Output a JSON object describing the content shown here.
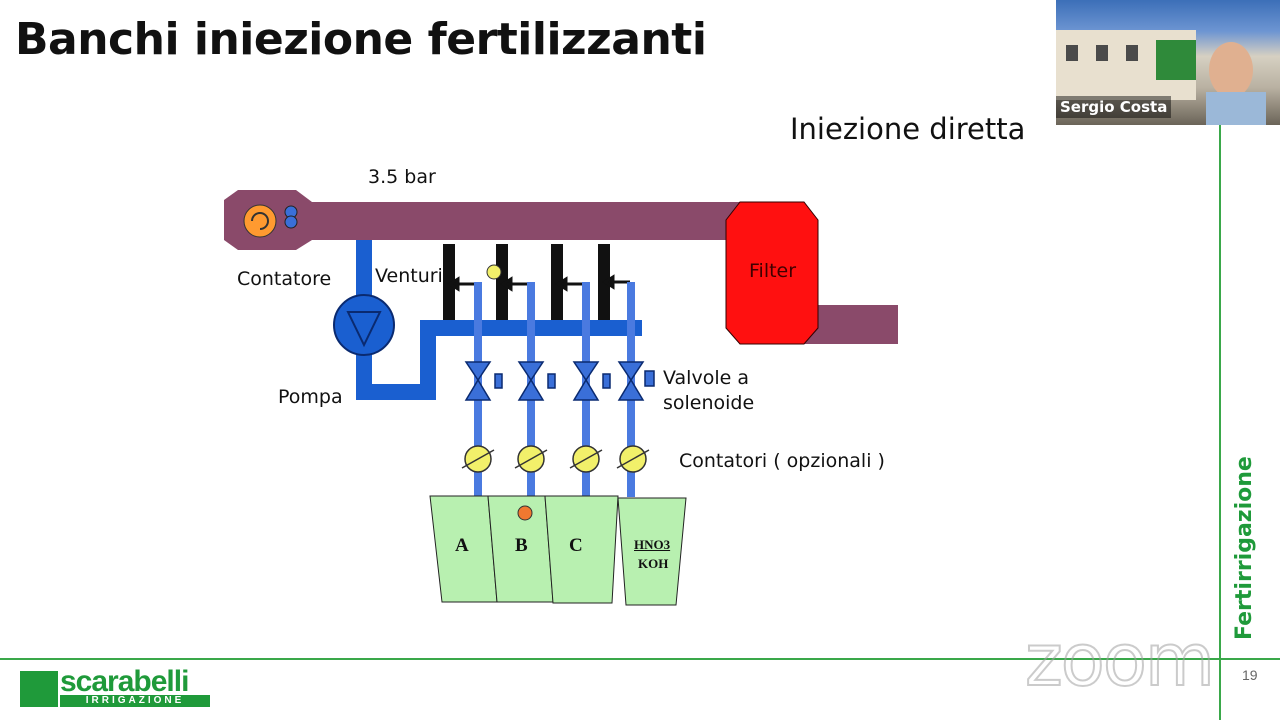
{
  "slide": {
    "title": "Banchi iniezione fertilizzanti",
    "subtitle": "Iniezione diretta",
    "side_label": "Fertirrigazione",
    "page_number": "19"
  },
  "diagram": {
    "pressure": "3.5 bar",
    "meter": "Contatore",
    "venturi": "Venturi",
    "pump": "Pompa",
    "filter": "Filter",
    "valves_line1": "Valvole a",
    "valves_line2": "solenoide",
    "meters_opt": "Contatori ( opzionali )",
    "tanks": [
      "A",
      "B",
      "C"
    ],
    "tank4_line1": "HNO3",
    "tank4_line2": "KOH"
  },
  "logo": {
    "name": "scarabelli",
    "sub": "IRRIGAZIONE"
  },
  "video": {
    "participant": "Sergio Costa"
  },
  "watermark": "zoom",
  "colors": {
    "pipe_main": "#8a4a6a",
    "pipe_blue": "#1a5fd0",
    "filter": "#ff1010",
    "tank": "#b8f0b0",
    "accent_green": "#1f9a3a"
  }
}
